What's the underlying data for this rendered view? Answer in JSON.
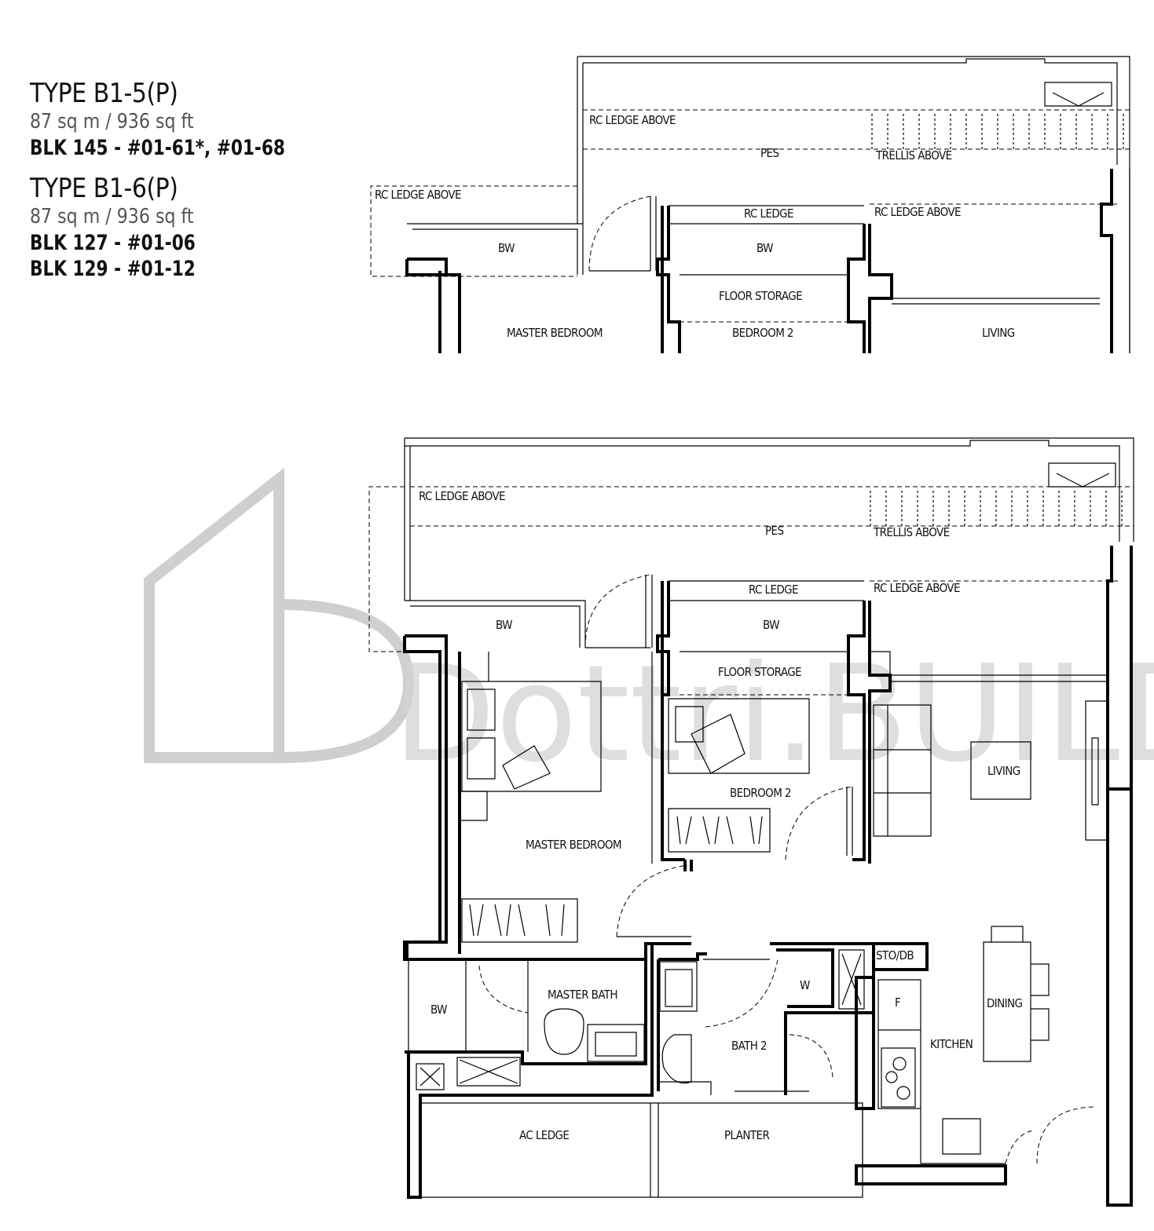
{
  "units": [
    {
      "type": "TYPE B1-5(P)",
      "area": "87 sq m / 936 sq ft",
      "blocks": [
        "BLK 145 - #01-61*, #01-68"
      ]
    },
    {
      "type": "TYPE B1-6(P)",
      "area": "87 sq m / 936 sq ft",
      "blocks": [
        "BLK 127 - #01-06",
        "BLK 129 - #01-12"
      ]
    }
  ],
  "watermark": "Dottri.BUILD",
  "partial_plan_labels": {
    "rc_ledge_above_top": "RC LEDGE ABOVE",
    "pes": "PES",
    "trellis_above": "TRELLIS ABOVE",
    "rc_ledge_above_left": "RC LEDGE ABOVE",
    "rc_ledge": "RC LEDGE",
    "rc_ledge_above_right": "RC LEDGE ABOVE",
    "bw_left": "BW",
    "bw_mid": "BW",
    "floor_storage": "FLOOR STORAGE",
    "master_bedroom": "MASTER BEDROOM",
    "bedroom_2": "BEDROOM 2",
    "living": "LIVING"
  },
  "full_plan_labels": {
    "rc_ledge_above_top": "RC LEDGE ABOVE",
    "pes": "PES",
    "trellis_above": "TRELLIS ABOVE",
    "rc_ledge": "RC LEDGE",
    "rc_ledge_above_right": "RC LEDGE ABOVE",
    "bw_left": "BW",
    "bw_mid": "BW",
    "floor_storage": "FLOOR STORAGE",
    "living": "LIVING",
    "bedroom_2": "BEDROOM 2",
    "master_bedroom": "MASTER BEDROOM",
    "sto_db": "STO/DB",
    "w": "W",
    "f": "F",
    "dining": "DINING",
    "master_bath": "MASTER BATH",
    "bw_bottom": "BW",
    "bath_2": "BATH 2",
    "kitchen": "KITCHEN",
    "ac_ledge": "AC LEDGE",
    "planter": "PLANTER"
  }
}
